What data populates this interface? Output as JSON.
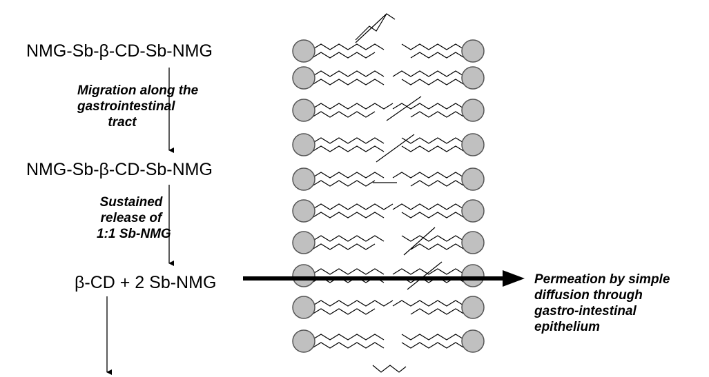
{
  "formulas": {
    "complex_1": "NMG-Sb-β-CD-Sb-NMG",
    "complex_2": "NMG-Sb-β-CD-Sb-NMG",
    "products": "β-CD + 2 Sb-NMG"
  },
  "notes": {
    "migration": [
      "Migration along the",
      "gastrointestinal",
      "tract"
    ],
    "release": [
      "Sustained",
      "release of",
      "1:1 Sb-NMG"
    ],
    "permeation": [
      "Permeation by simple",
      "diffusion through",
      "gastro-intestinal",
      "epithelium"
    ]
  },
  "colors": {
    "head_fill": "#c0c0c0",
    "head_stroke": "#555555",
    "ink": "#000000"
  }
}
